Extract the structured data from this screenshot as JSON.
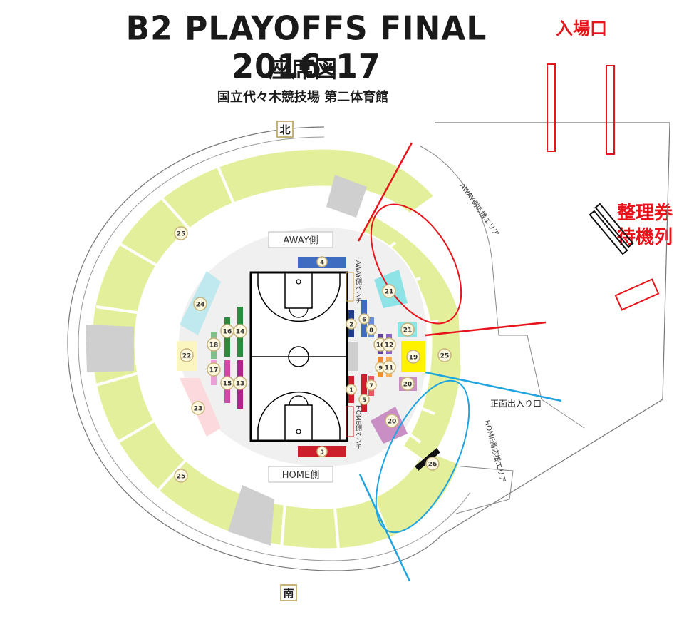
{
  "header": {
    "title": "B2 PLAYOFFS FINAL 2016-17",
    "subtitle": "座席図",
    "venue": "国立代々木競技場 第二体育館"
  },
  "annotations": {
    "entrance": "入場口",
    "queue_line1": "整理券",
    "queue_line2": "待機列",
    "main_entrance": "正面出入り口"
  },
  "compass": {
    "north": "北",
    "south": "南"
  },
  "court_labels": {
    "away_side": "AWAY側",
    "home_side": "HOME側",
    "away_bench": "AWAY側ベンチ",
    "home_bench": "HOME側ベンチ"
  },
  "support_areas": {
    "away": "AWAY側応援エリア",
    "home": "HOME側応援エリア"
  },
  "sections": [
    "1",
    "2",
    "3",
    "4",
    "5",
    "6",
    "7",
    "8",
    "9",
    "10",
    "11",
    "12",
    "13",
    "14",
    "15",
    "16",
    "17",
    "18",
    "19",
    "20",
    "21",
    "22",
    "23",
    "24",
    "25",
    "26"
  ],
  "colors": {
    "upper_seats": "#e4ef9c",
    "gray_seats": "#cfcfcf",
    "section_19": "#fff200",
    "section_20": "#c98fc4",
    "section_21": "#8ee3e6",
    "section_22": "#fbf6c0",
    "section_23": "#fbd9dc",
    "section_24": "#bfe9ee",
    "away_blue": "#3d6cc0",
    "home_red": "#cc1f2b",
    "annotation_red": "#e8141b",
    "annotation_blue": "#1fa4e0"
  }
}
